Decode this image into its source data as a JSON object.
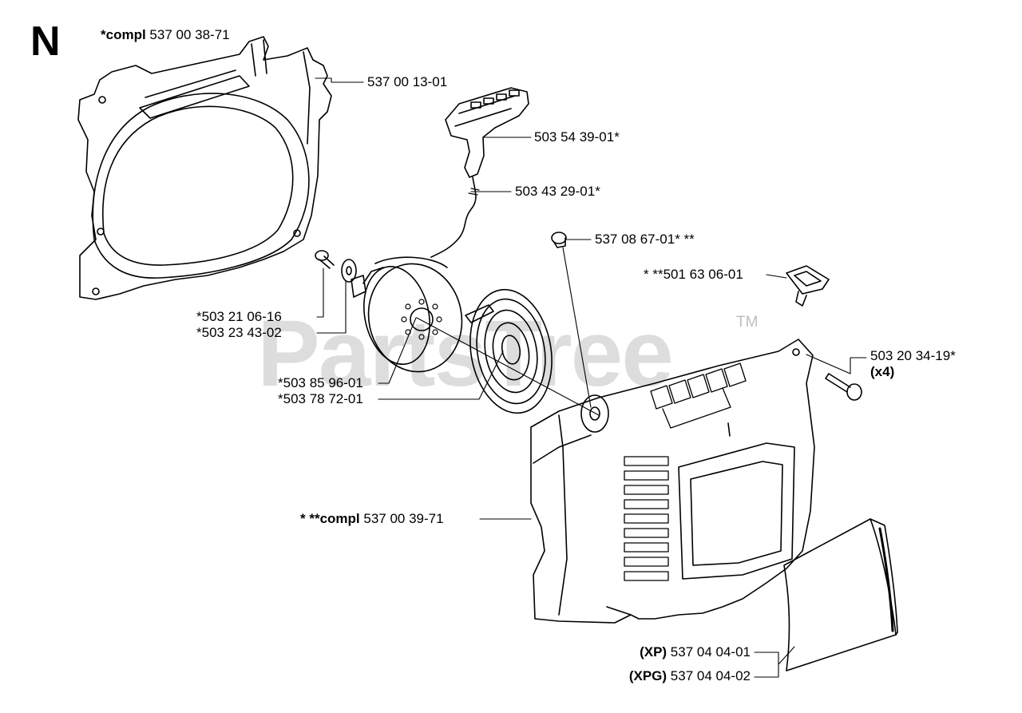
{
  "section_letter": "N",
  "watermark": {
    "text": "PartsTree",
    "tm": "TM"
  },
  "callouts": {
    "housing_compl": {
      "prefix": "*compl",
      "number": "537 00 38-71"
    },
    "housing": {
      "number": "537 00 13-01"
    },
    "handle": {
      "number": "503 54 39-01*"
    },
    "rope": {
      "number": "503 43 29-01*"
    },
    "bushing": {
      "number": "537 08 67-01* **"
    },
    "nozzle": {
      "number": "* **501 63 06-01"
    },
    "screw_small": {
      "number": "*503 21 06-16"
    },
    "washer_small": {
      "number": "*503 23 43-02"
    },
    "pulley": {
      "number": "*503 85 96-01"
    },
    "spring": {
      "number": "*503 78 72-01"
    },
    "screw": {
      "number": "503 20 34-19*",
      "qty": "(x4)"
    },
    "cover_compl": {
      "prefix": "* **compl",
      "number": "537 00 39-71"
    },
    "decal_xp": {
      "prefix": "(XP)",
      "number": "537 04 04-01"
    },
    "decal_xpg": {
      "prefix": "(XPG)",
      "number": "537 04 04-02"
    }
  },
  "colors": {
    "line": "#000000",
    "watermark": "#b0b0b0"
  }
}
